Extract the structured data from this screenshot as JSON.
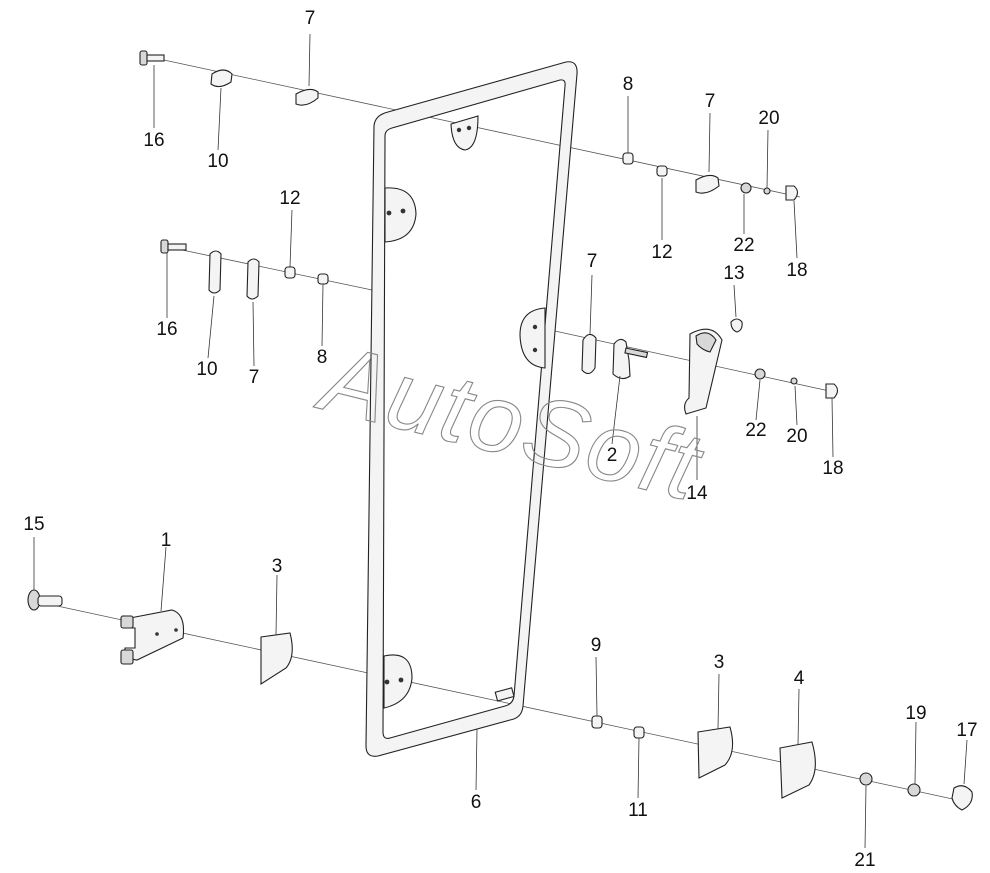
{
  "watermark": "AutoSoft",
  "callouts": {
    "c1": "1",
    "c2": "2",
    "c3a": "3",
    "c3b": "3",
    "c4": "4",
    "c6": "6",
    "c7a": "7",
    "c7b": "7",
    "c7c": "7",
    "c7d": "7",
    "c8a": "8",
    "c8b": "8",
    "c9": "9",
    "c10a": "10",
    "c10b": "10",
    "c11": "11",
    "c12a": "12",
    "c12b": "12",
    "c13": "13",
    "c14": "14",
    "c15": "15",
    "c16a": "16",
    "c16b": "16",
    "c17": "17",
    "c18a": "18",
    "c18b": "18",
    "c19": "19",
    "c20a": "20",
    "c20b": "20",
    "c21": "21",
    "c22a": "22",
    "c22b": "22"
  }
}
